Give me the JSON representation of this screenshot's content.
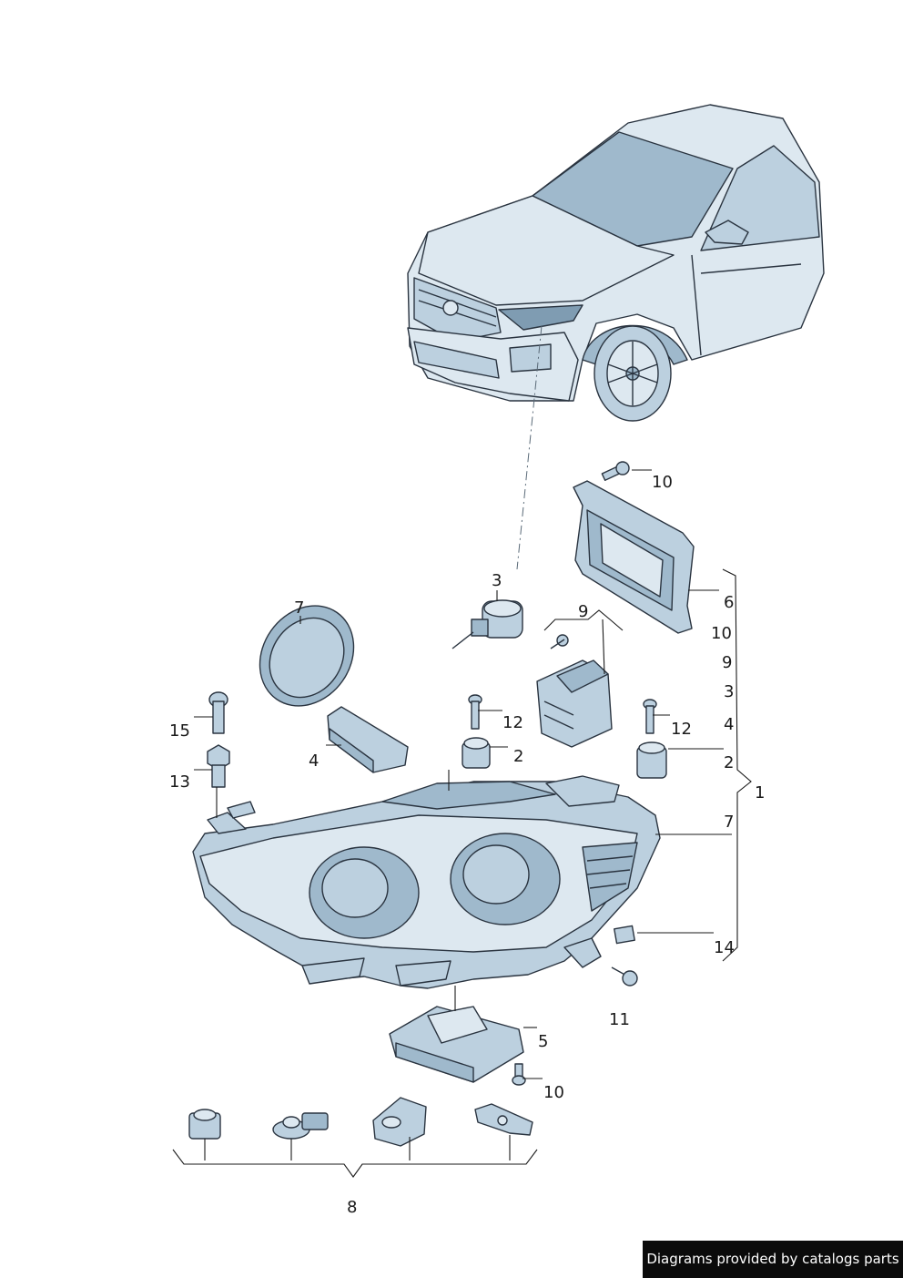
{
  "callouts": {
    "c10a": "10",
    "c6": "6",
    "c10b": "10",
    "c9a": "9",
    "c3a": "3",
    "c4a": "4",
    "c2a": "2",
    "c1": "1",
    "c7a": "7",
    "c14": "14",
    "c3b": "3",
    "c9b": "9",
    "c7b": "7",
    "c15": "15",
    "c12a": "12",
    "c12b": "12",
    "c4b": "4",
    "c2b": "2",
    "c13": "13",
    "c11": "11",
    "c5": "5",
    "c10c": "10",
    "c8": "8"
  },
  "credit": "Diagrams provided by catalogs parts",
  "colors": {
    "part_fill": "#bcd0df",
    "part_stroke": "#2a3440",
    "badge": "#0b0b0b"
  }
}
